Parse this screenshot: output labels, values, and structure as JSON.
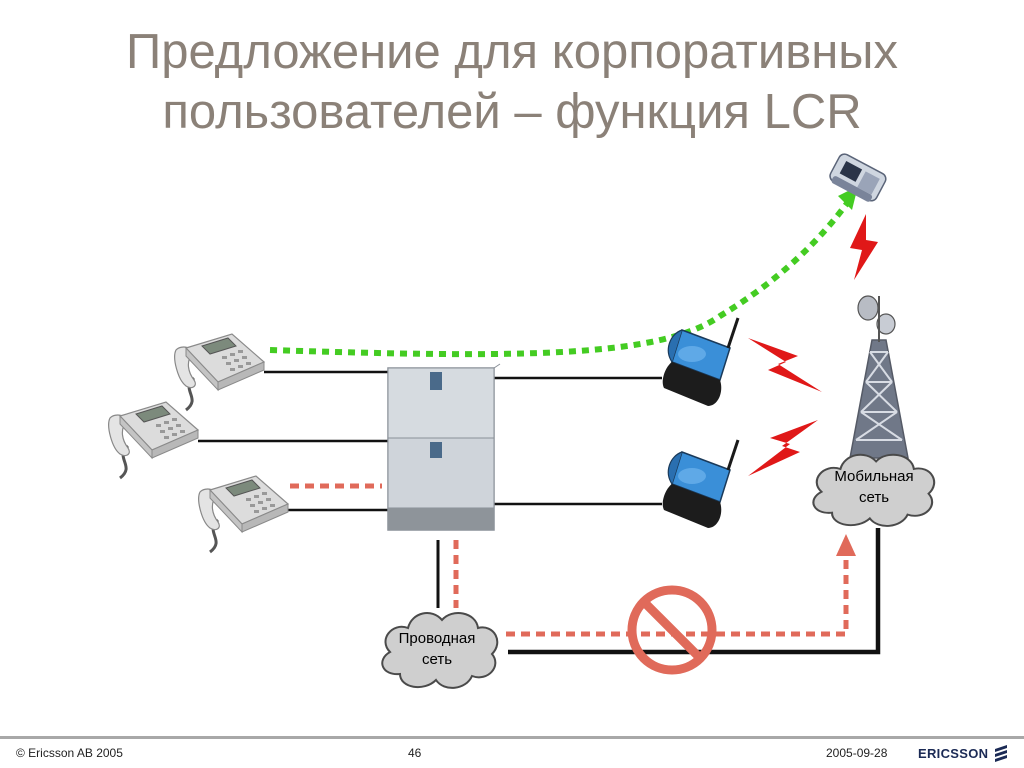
{
  "slide": {
    "title_line1": "Предложение для корпоративных",
    "title_line2": "пользователей – функция LCR",
    "wired_network": {
      "line1": "Проводная",
      "line2": "сеть"
    },
    "mobile_network": {
      "line1": "Мобильная",
      "line2": "сеть"
    }
  },
  "footer": {
    "copyright": "© Ericsson AB 2005",
    "page_number": "46",
    "date": "2005-09-28",
    "brand": "ERICSSON"
  },
  "colors": {
    "title": "#8b8178",
    "green_route": "#44cc22",
    "red_route": "#e06a5a",
    "lightning": "#e01818",
    "prohibited": "#e06a5a"
  },
  "icons": [
    "desk-phone-icon",
    "pbx-server-icon",
    "gsm-gateway-icon",
    "radio-tower-icon",
    "mobile-phone-icon",
    "lightning-icon",
    "prohibited-icon",
    "ericsson-logo-icon"
  ]
}
